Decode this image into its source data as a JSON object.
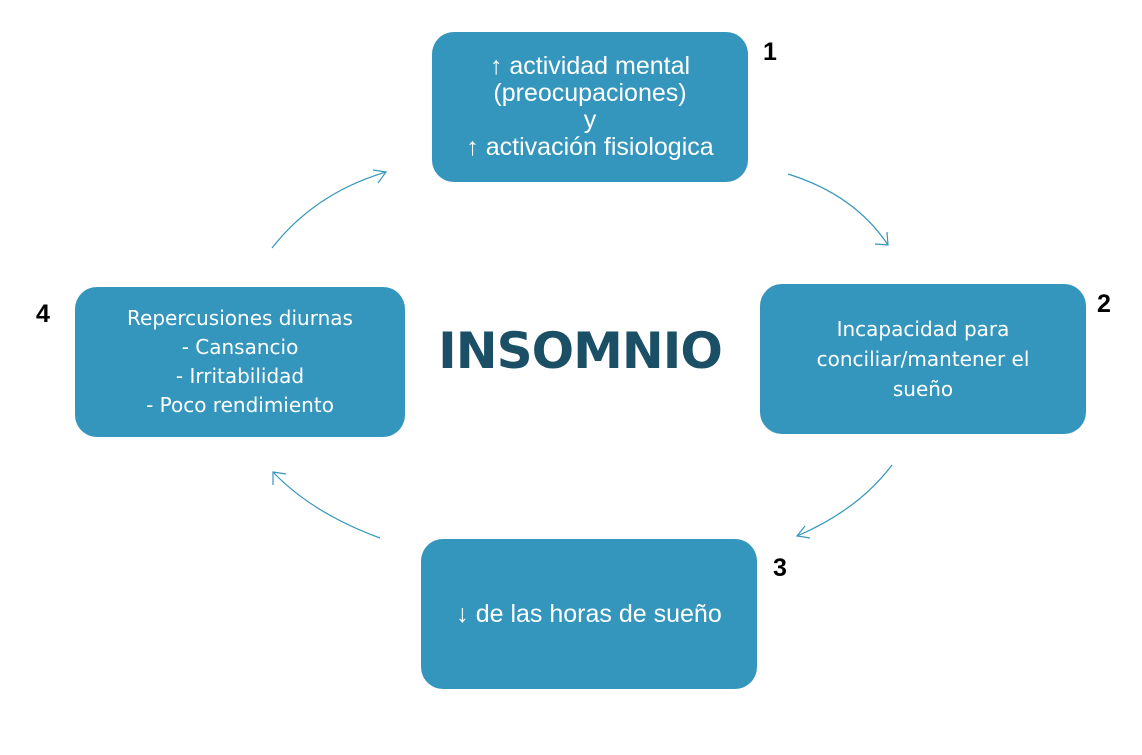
{
  "center": {
    "title": "INSOMNIO"
  },
  "steps": [
    {
      "number": "1",
      "lines": [
        "↑ actividad mental",
        "(preocupaciones)",
        "y",
        "↑ activación fisiologica"
      ]
    },
    {
      "number": "2",
      "lines": [
        "Incapacidad para",
        "conciliar/mantener el",
        "sueño"
      ]
    },
    {
      "number": "3",
      "lines": [
        "↓ de las horas de sueño"
      ]
    },
    {
      "number": "4",
      "lines": [
        "Repercusiones diurnas",
        "- Cansancio",
        "- Irritabilidad",
        "- Poco rendimiento"
      ]
    }
  ],
  "colors": {
    "box_fill": "#3596bd",
    "box_text": "#ffffff",
    "title_text": "#1b4f65",
    "arrow": "#3596bd",
    "number_text": "#000000"
  }
}
